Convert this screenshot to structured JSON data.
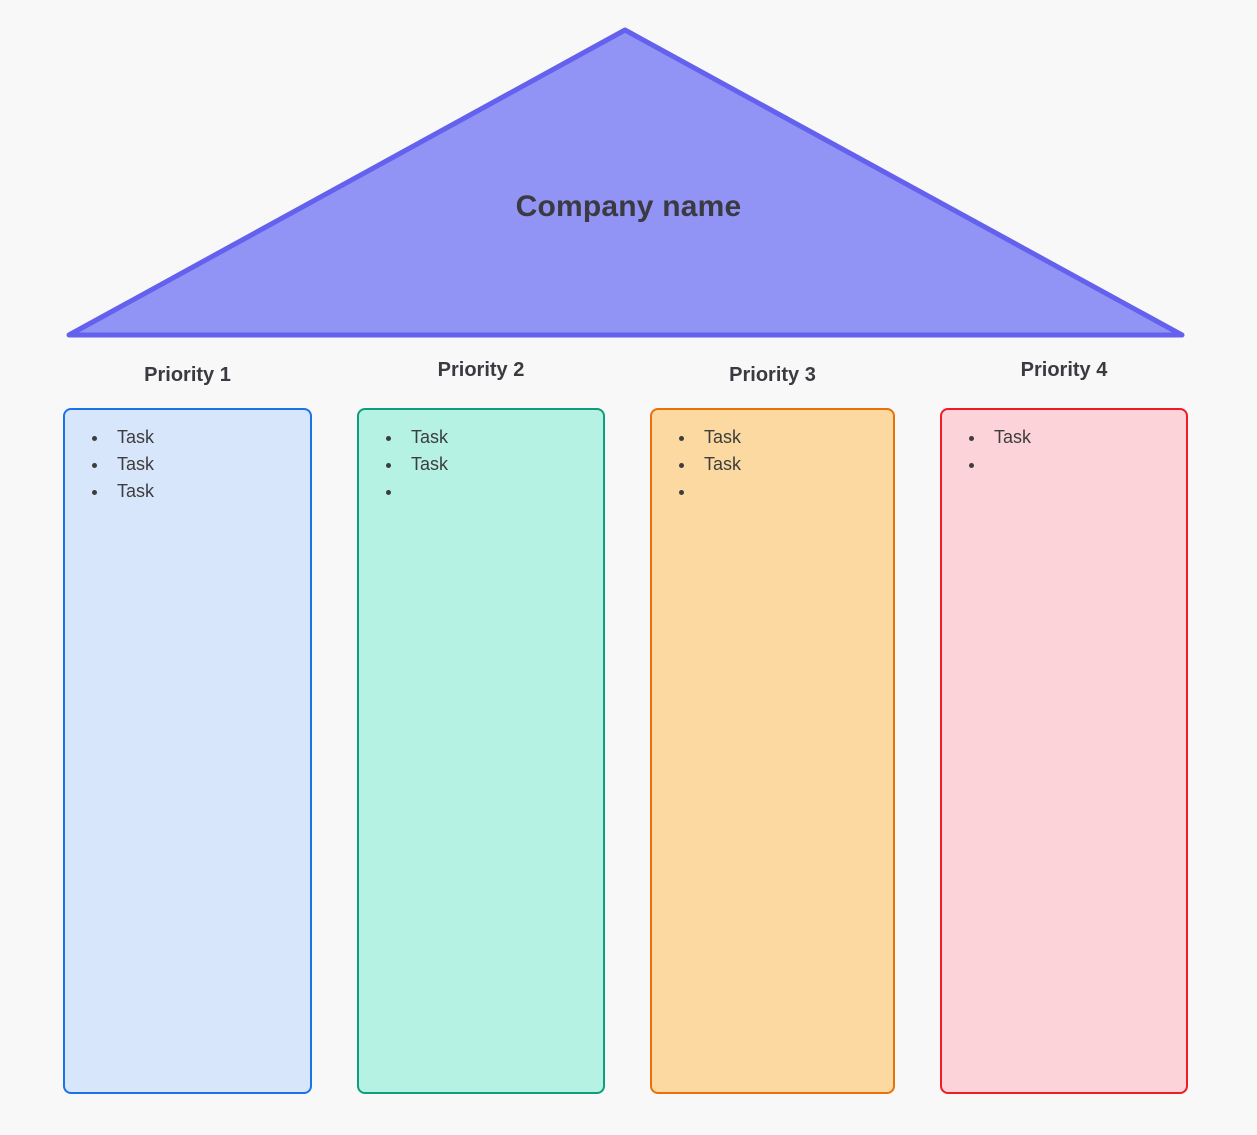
{
  "page": {
    "background_color": "#f8f8f8"
  },
  "roof": {
    "label": "Company name",
    "fill_color": "#9193f5",
    "border_color": "#6361ed",
    "text_color": "#3a3a40"
  },
  "columns": [
    {
      "title": "Priority 1",
      "fill_color": "#d8e6fc",
      "border_color": "#1a73e8",
      "tasks": [
        "Task",
        "Task",
        "Task"
      ]
    },
    {
      "title": "Priority 2",
      "fill_color": "#b5f2e4",
      "border_color": "#0e9d7d",
      "tasks": [
        "Task",
        "Task",
        ""
      ]
    },
    {
      "title": "Priority 3",
      "fill_color": "#fcd9a1",
      "border_color": "#e8710a",
      "tasks": [
        "Task",
        "Task",
        ""
      ]
    },
    {
      "title": "Priority 4",
      "fill_color": "#fcd3d9",
      "border_color": "#ee1c25",
      "tasks": [
        "Task",
        ""
      ]
    }
  ]
}
